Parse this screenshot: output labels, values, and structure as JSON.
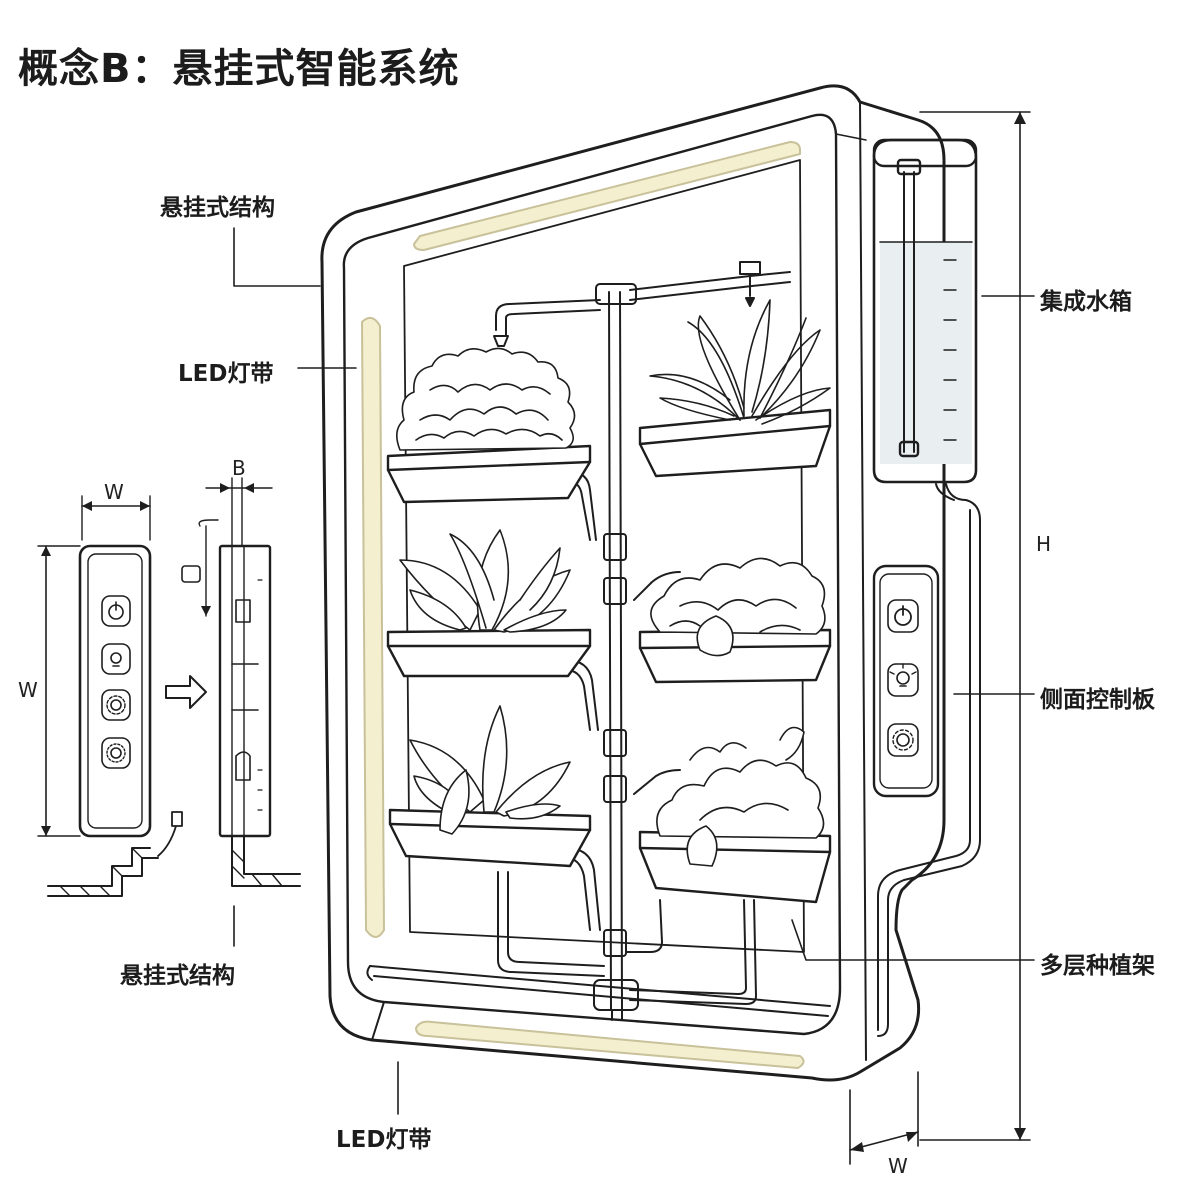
{
  "title": "概念B：悬挂式智能系统",
  "labels": {
    "hanging_structure_top": "悬挂式结构",
    "led_strip_left": "LED灯带",
    "water_tank": "集成水箱",
    "side_control_panel": "侧面控制板",
    "multi_layer_rack": "多层种植架",
    "hanging_structure_bottom": "悬挂式结构",
    "led_strip_bottom": "LED灯带"
  },
  "dimensions": {
    "height": "H",
    "depth": "W",
    "panel_width": "W",
    "panel_height": "W",
    "panel_depth": "B"
  },
  "colors": {
    "line": "#1e1e1e",
    "led": "#f4efcf",
    "water": "#e9eef1"
  },
  "icons": [
    "power-icon",
    "light-icon",
    "gear-icon",
    "settings-icon"
  ]
}
